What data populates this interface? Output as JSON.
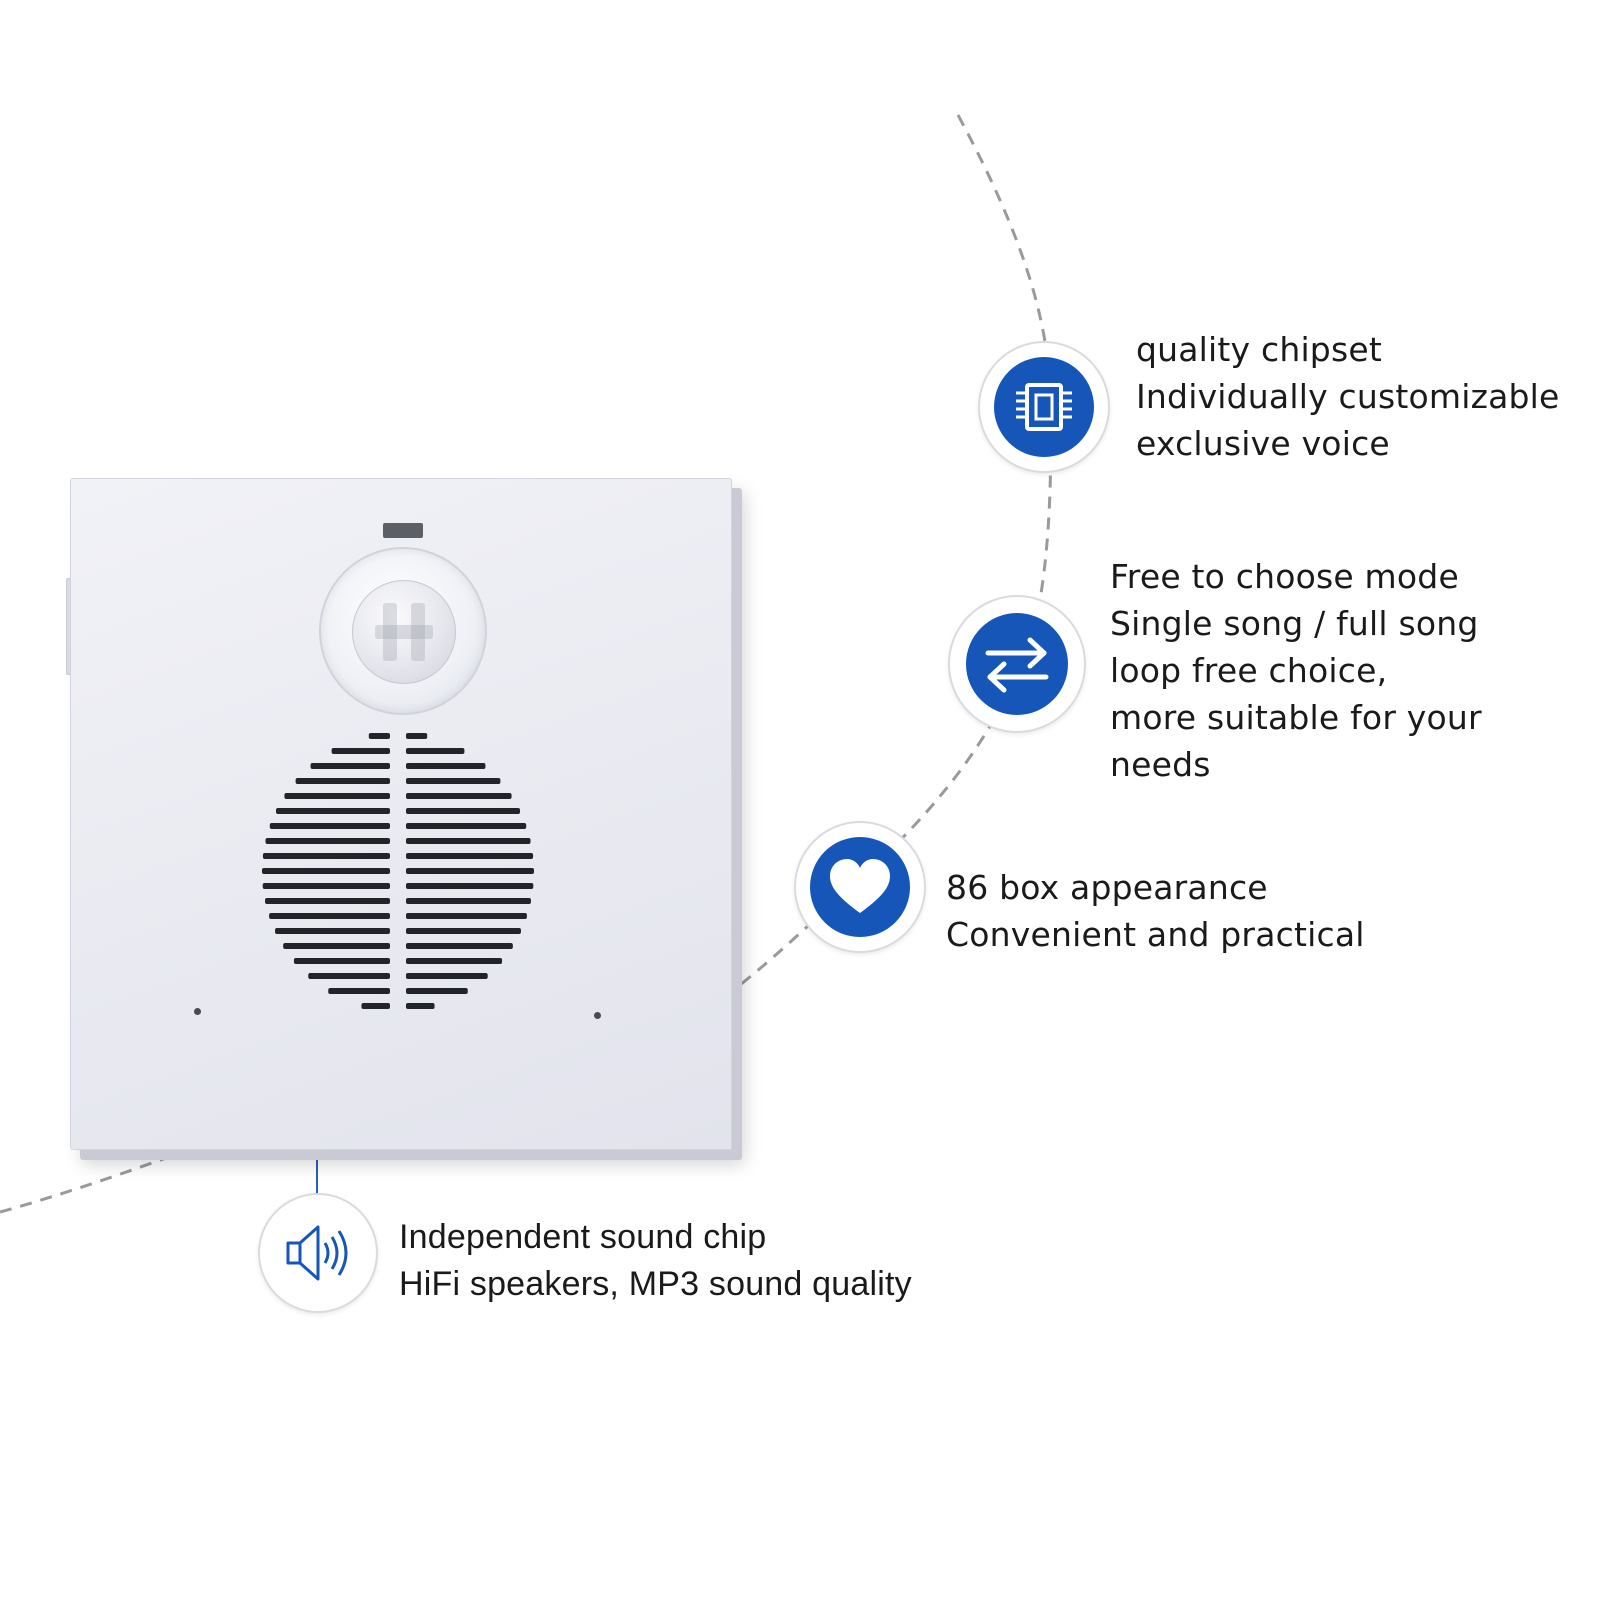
{
  "features": {
    "chipset": {
      "icon": "chip-icon",
      "lines": [
        "quality chipset",
        "Individually customizable",
        "exclusive voice"
      ]
    },
    "mode": {
      "icon": "swap-arrows-icon",
      "lines": [
        "Free to choose mode",
        "Single song / full song",
        "loop free choice,",
        "more suitable for your",
        "needs"
      ]
    },
    "appearance": {
      "icon": "heart-icon",
      "lines": [
        "86 box appearance",
        "Convenient and practical"
      ]
    },
    "sound": {
      "icon": "speaker-volume-icon",
      "lines": [
        "Independent sound chip",
        "HiFi speakers, MP3 sound quality"
      ]
    }
  },
  "colors": {
    "accent": "#1556b8",
    "dashed_line": "#9a9a9a",
    "device_body": "#ebecf2"
  }
}
